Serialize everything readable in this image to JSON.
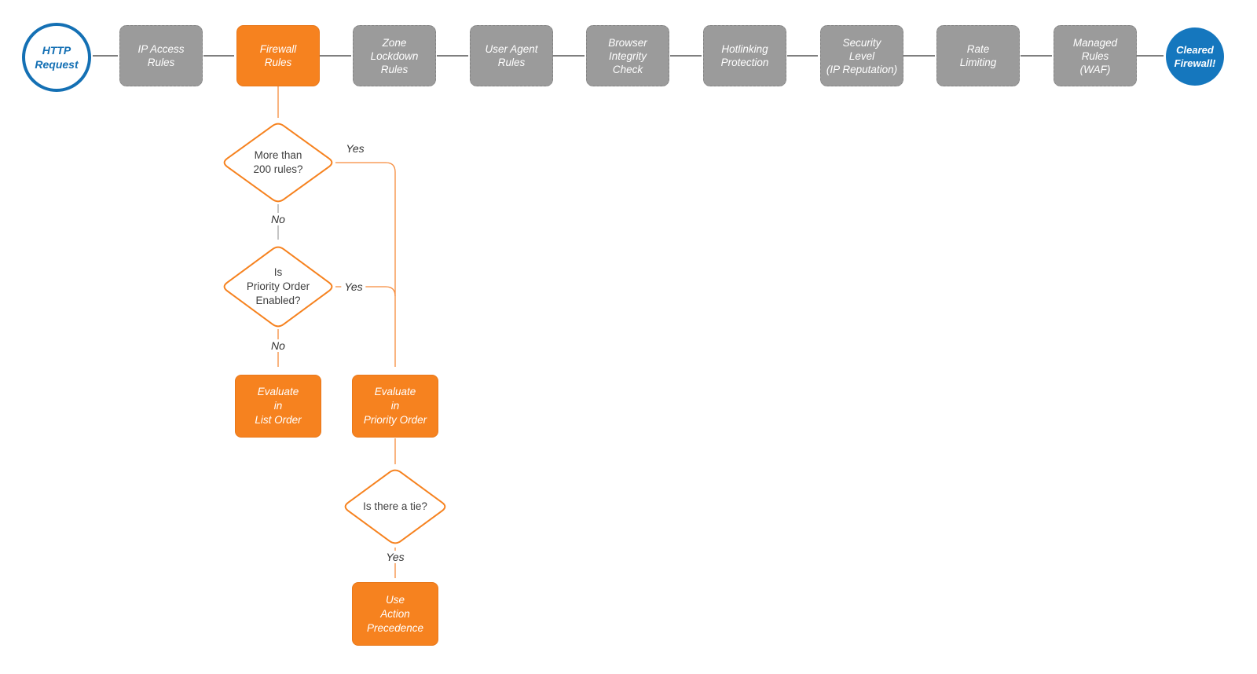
{
  "diagram": {
    "start_node": {
      "label": "HTTP\nRequest"
    },
    "end_node": {
      "label": "Cleared\nFirewall!"
    },
    "pipeline": [
      {
        "id": "ip-access-rules",
        "label": "IP Access\nRules"
      },
      {
        "id": "firewall-rules",
        "label": "Firewall\nRules",
        "highlighted": true
      },
      {
        "id": "zone-lockdown-rules",
        "label": "Zone\nLockdown\nRules"
      },
      {
        "id": "user-agent-rules",
        "label": "User Agent\nRules"
      },
      {
        "id": "browser-integrity-check",
        "label": "Browser\nIntegrity\nCheck"
      },
      {
        "id": "hotlinking-protection",
        "label": "Hotlinking\nProtection"
      },
      {
        "id": "security-level",
        "label": "Security\nLevel\n(IP Reputation)"
      },
      {
        "id": "rate-limiting",
        "label": "Rate\nLimiting"
      },
      {
        "id": "managed-rules-waf",
        "label": "Managed\nRules\n(WAF)"
      }
    ],
    "decisions": [
      {
        "id": "more-than-200-rules",
        "label": "More than\n200 rules?"
      },
      {
        "id": "priority-order-enabled",
        "label": "Is\nPriority Order\nEnabled?"
      },
      {
        "id": "is-there-a-tie",
        "label": "Is there a tie?"
      }
    ],
    "actions": [
      {
        "id": "evaluate-in-list-order",
        "label": "Evaluate\nin\nList Order"
      },
      {
        "id": "evaluate-in-priority-order",
        "label": "Evaluate\nin\nPriority Order"
      },
      {
        "id": "use-action-precedence",
        "label": "Use\nAction\nPrecedence"
      }
    ],
    "edge_labels": {
      "d1_yes": "Yes",
      "d1_no": "No",
      "d2_yes": "Yes",
      "d2_no": "No",
      "d3_yes": "Yes"
    },
    "colors": {
      "orange": "#F6821F",
      "blue": "#1577BE",
      "blue_dark": "#1470B4",
      "gray_node": "#9B9B9B",
      "arrow_gray": "#555555",
      "text_dark": "#3F3F3F"
    }
  }
}
